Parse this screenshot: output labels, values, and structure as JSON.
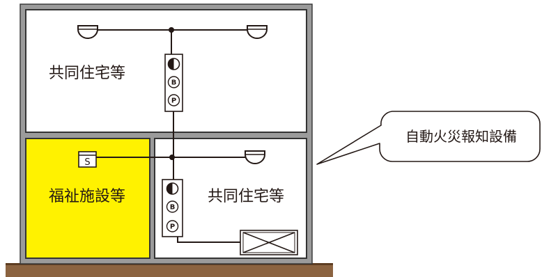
{
  "rooms": {
    "upper": {
      "label": "共同住宅等"
    },
    "lower_left": {
      "label": "福祉施設等"
    },
    "lower_right": {
      "label": "共同住宅等"
    }
  },
  "symbols": {
    "upper_b": "B",
    "upper_p": "P",
    "lower_b": "B",
    "lower_p": "P",
    "s_box": "S"
  },
  "callout": {
    "label": "自動火災報知設備"
  },
  "colors": {
    "wall": "#9b9b9b",
    "welfare_room": "#fff200",
    "ground": "#8b6340",
    "ground_edge": "#5e3d22",
    "line": "#231815"
  }
}
